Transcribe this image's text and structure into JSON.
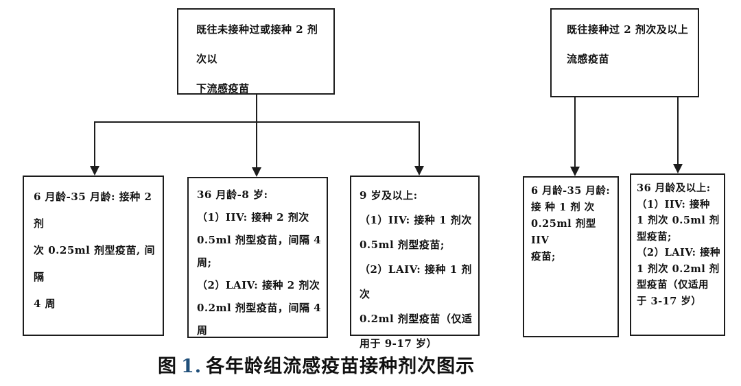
{
  "figure": {
    "type": "flowchart",
    "caption": {
      "label": "图",
      "number": "1.",
      "title": "各年龄组流感疫苗接种剂次图示"
    },
    "colors": {
      "line": "#1c1c1c",
      "box_border": "#1c1c1c",
      "text": "#111111",
      "caption_number": "#1F4E79",
      "background": "#ffffff"
    },
    "left_branch": {
      "root": {
        "text": "既往未接种过或接种 2 剂次以\n下流感疫苗"
      },
      "children": [
        {
          "id": "age-6-35m",
          "text": "6 月龄-35 月龄: 接种 2 剂\n次 0.25ml 剂型疫苗, 间隔\n4 周"
        },
        {
          "id": "age-36m-8y",
          "text": "36 月龄-8 岁:\n（1）IIV: 接种 2 剂次\n0.5ml 剂型疫苗，间隔 4\n周;\n（2）LAIV: 接种 2 剂次\n0.2ml 剂型疫苗，间隔 4\n周"
        },
        {
          "id": "age-9y-plus",
          "text": "9 岁及以上:\n（1）IIV: 接种 1 剂次\n0.5ml 剂型疫苗;\n（2）LAIV: 接种 1 剂次\n0.2ml 剂型疫苗（仅适\n用于 9-17 岁）"
        }
      ]
    },
    "right_branch": {
      "root": {
        "text": "既往接种过 2 剂次及以上\n流感疫苗"
      },
      "children": [
        {
          "id": "age-6-35m-prior",
          "text": "6 月龄-35 月龄:\n接 种  1  剂 次\n0.25ml 剂型 IIV\n疫苗;"
        },
        {
          "id": "age-36m-plus-prior",
          "text": "36 月龄及以上:\n（1）IIV: 接种\n1 剂次 0.5ml 剂\n型疫苗;\n（2）LAIV: 接种\n1 剂次 0.2ml 剂\n型疫苗（仅适用\n于 3-17 岁）"
        }
      ]
    }
  }
}
